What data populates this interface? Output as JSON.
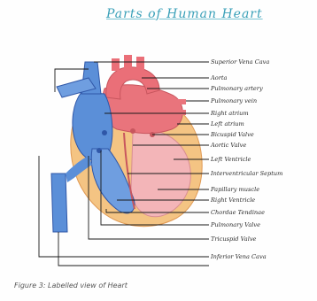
{
  "title": "Parts of Human Heart",
  "caption": "Figure 3: Labelled view of Heart",
  "colors": {
    "blue": "#5b8fd8",
    "blue_dark": "#2f57a8",
    "red": "#e9747c",
    "pink": "#f3b5b8",
    "myocardium": "#f4c483",
    "line": "#1a1a1a"
  },
  "labels": [
    "Superior Vena Cava",
    "Aorta",
    "Pulmonary artery",
    "Pulmonary vein",
    "Right atrium",
    "Left atrium",
    "Bicuspid Valve",
    "Aortic Valve",
    "Left Ventricle",
    "Interventricular Septum",
    "Papillary muscle",
    "Right Ventricle",
    "Chordae Tendinae",
    "Pulmonary Valve",
    "Tricuspid Valve",
    "Inferior Vena Cava"
  ]
}
